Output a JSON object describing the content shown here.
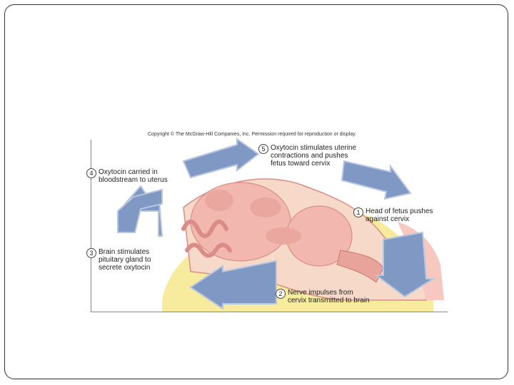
{
  "figure": {
    "copyright": "Copyright © The McGraw-Hill Companies, Inc. Permission required for reproduction or display.",
    "steps": [
      {
        "num": "5",
        "lines": [
          "Oxytocin stimulates uterine",
          "contractions and pushes",
          "fetus toward cervix"
        ]
      },
      {
        "num": "4",
        "lines": [
          "Oxytocin carried in",
          "bloodstream to uterus"
        ]
      },
      {
        "num": "1",
        "lines": [
          "Head of fetus pushes",
          "against cervix"
        ]
      },
      {
        "num": "3",
        "lines": [
          "Brain stimulates",
          "pituitary gland to",
          "secrete oxytocin"
        ]
      },
      {
        "num": "2",
        "lines": [
          "Nerve impulses from",
          "cervix transmitted to brain"
        ]
      }
    ],
    "colors": {
      "arrow": "#7f98c4",
      "arrow_edge": "#b8c6de",
      "skin": "#f2b8b0",
      "skin_dark": "#d98d86",
      "uterus": "#f6d9c9",
      "fat": "#f7eb9e"
    }
  }
}
